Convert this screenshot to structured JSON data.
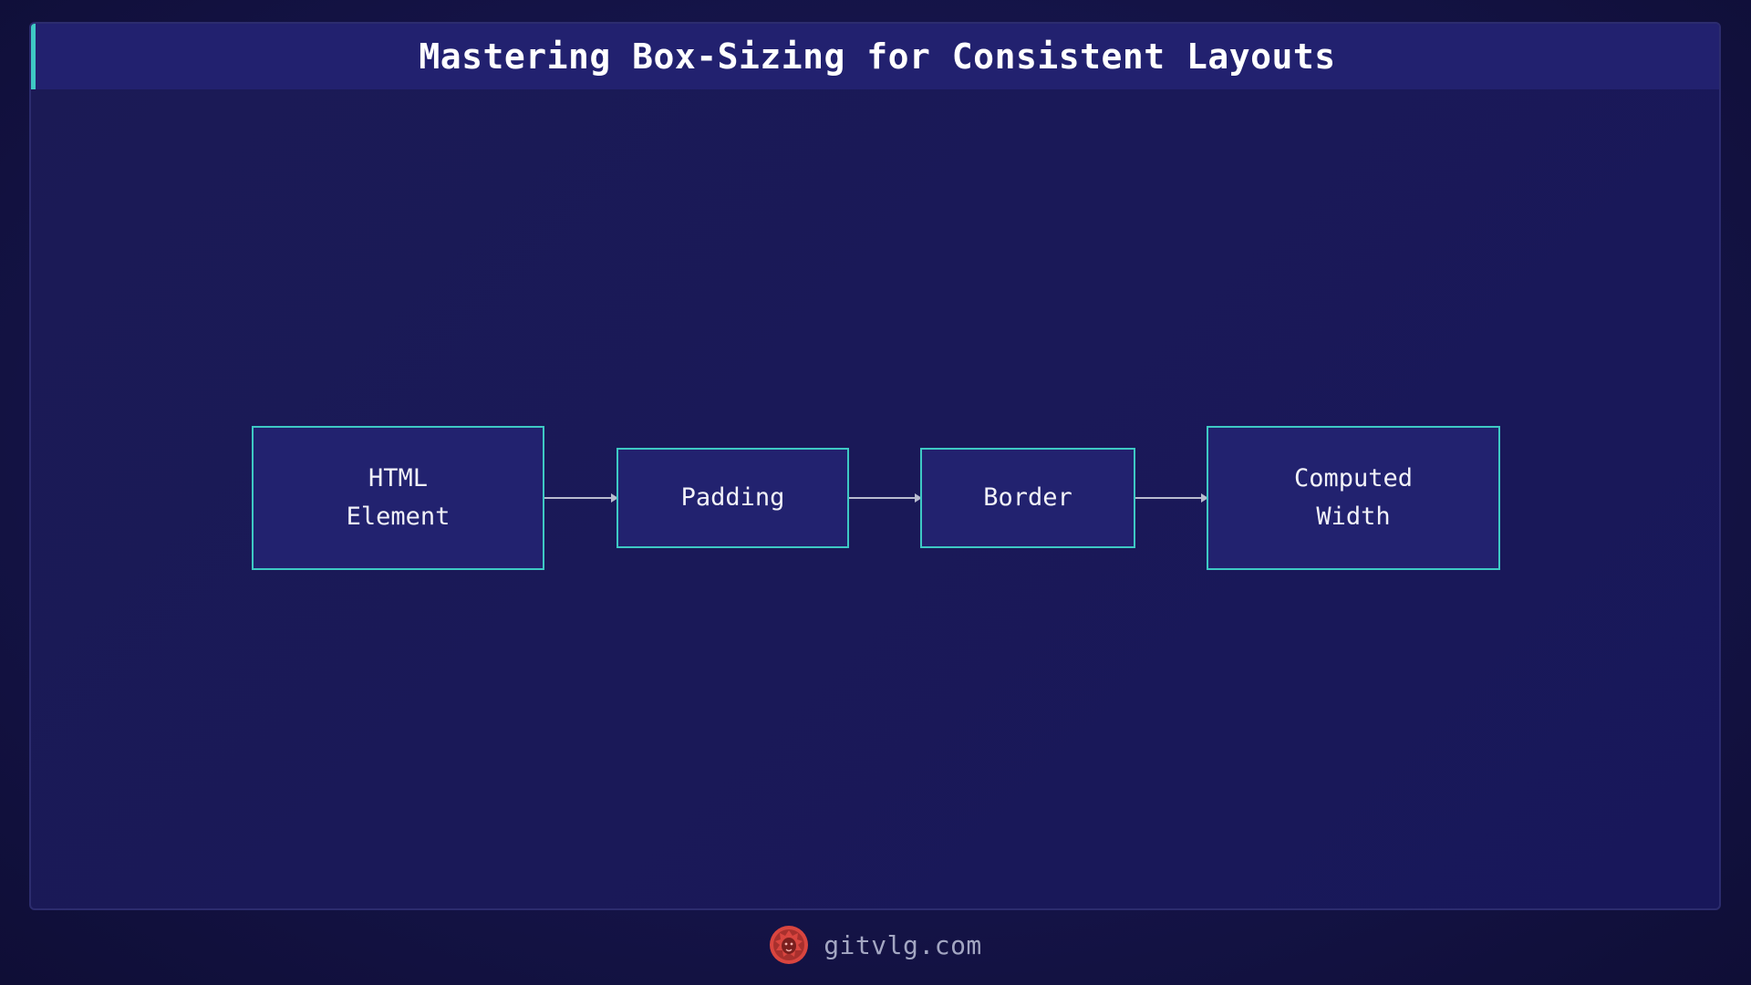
{
  "title": "Mastering Box-Sizing for Consistent Layouts",
  "diagram": {
    "nodes": [
      {
        "id": "html-element",
        "lines": [
          "HTML",
          "Element"
        ]
      },
      {
        "id": "padding",
        "lines": [
          "Padding"
        ]
      },
      {
        "id": "border",
        "lines": [
          "Border"
        ]
      },
      {
        "id": "computed-width",
        "lines": [
          "Computed",
          "Width"
        ]
      }
    ],
    "edges": [
      {
        "from": "html-element",
        "to": "padding"
      },
      {
        "from": "padding",
        "to": "border"
      },
      {
        "from": "border",
        "to": "computed-width"
      }
    ]
  },
  "footer": {
    "site": "gitvlg.com",
    "logo_icon": "lion-head-icon"
  },
  "colors": {
    "accent": "#3ec9c4",
    "node_fill": "#22226f",
    "title_bar": "#22216f",
    "logo": "#d9453f"
  }
}
